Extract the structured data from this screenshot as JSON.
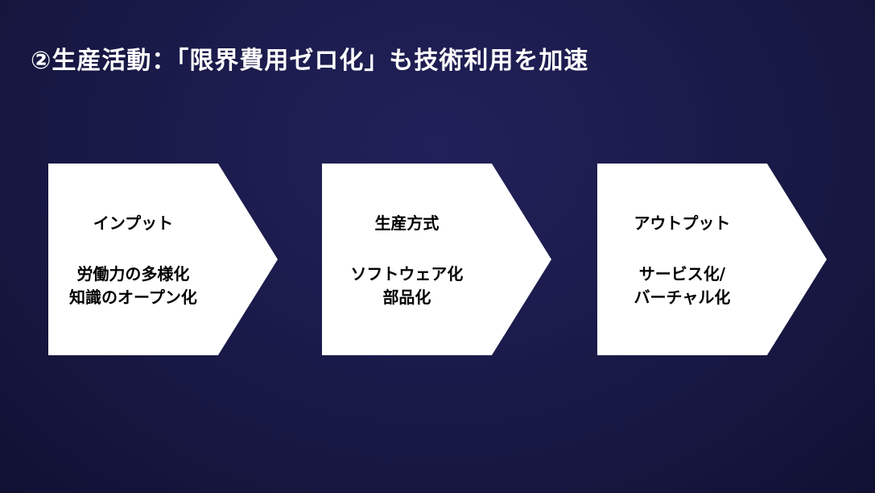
{
  "slide": {
    "title": "②生産活動：「限界費用ゼロ化」も技術利用を加速",
    "background_color": "#191947",
    "arrow_fill_color": "#ffffff",
    "arrow_text_color": "#000000",
    "arrows": [
      {
        "heading": "インプット",
        "lines": [
          "労働力の多様化",
          "知識のオープン化"
        ]
      },
      {
        "heading": "生産方式",
        "lines": [
          "ソフトウェア化",
          "部品化"
        ]
      },
      {
        "heading": "アウトプット",
        "lines": [
          "サービス化/",
          "バーチャル化"
        ]
      }
    ]
  }
}
